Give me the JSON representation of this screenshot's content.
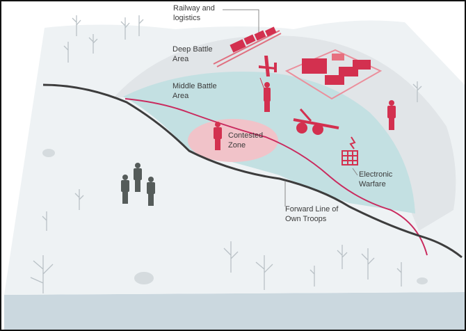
{
  "labels": {
    "railway": "Railway and logistics",
    "deep": "Deep Battle Area",
    "middle": "Middle Battle Area",
    "contested": "Contested Zone",
    "ew": "Electronic Warfare",
    "flot": "Forward Line of Own Troops"
  },
  "colors": {
    "accent": "#d3304f",
    "middle_area": "#c3e0e2",
    "contested": "#f1c3c9",
    "deep_area": "#e3e6e8",
    "terrain": "#eef2f4",
    "front_face": "#cbd8df",
    "flot_line": "#3d3d3d"
  }
}
